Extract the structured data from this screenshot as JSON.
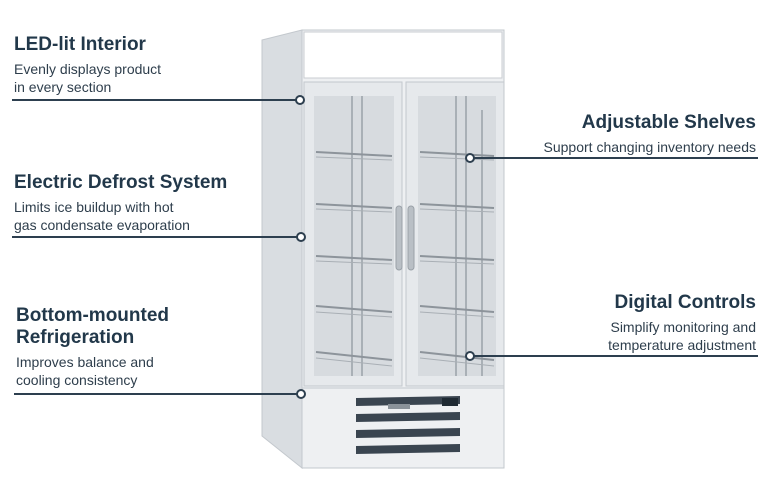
{
  "callouts": {
    "led": {
      "title": "LED-lit Interior",
      "desc": "Evenly displays product\nin every section"
    },
    "defrost": {
      "title": "Electric Defrost System",
      "desc": "Limits ice buildup with hot\ngas condensate evaporation"
    },
    "refrigeration": {
      "title": "Bottom-mounted\nRefrigeration",
      "desc": "Improves balance and\ncooling consistency"
    },
    "shelves": {
      "title": "Adjustable Shelves",
      "desc": "Support changing inventory needs"
    },
    "controls": {
      "title": "Digital Controls",
      "desc": "Simplify monitoring and\ntemperature adjustment"
    }
  },
  "colors": {
    "heading": "#22384a",
    "line": "#2d3f4f",
    "cabinet": "#e9ecef",
    "glass": "#dfe3e7"
  }
}
